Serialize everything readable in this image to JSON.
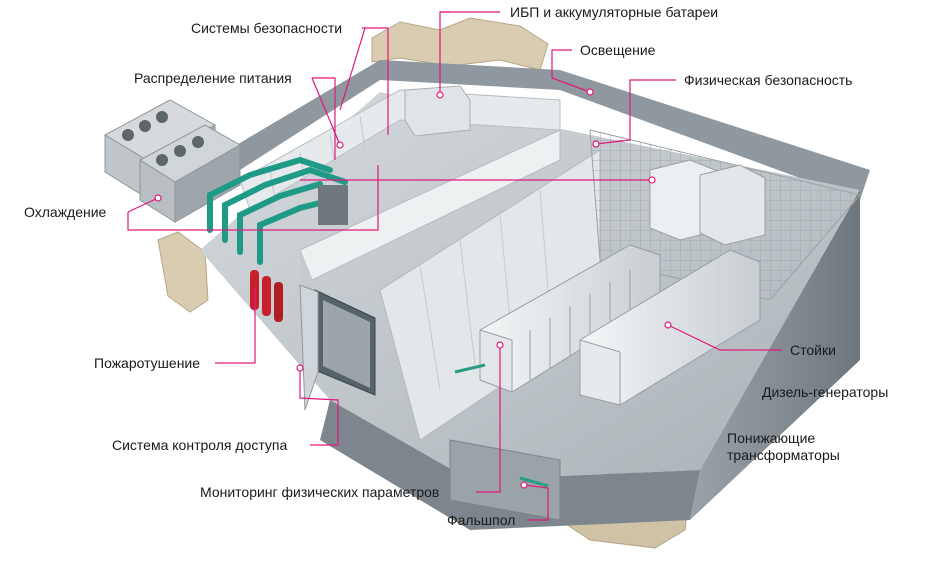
{
  "labels": {
    "security_systems": "Системы безопасности",
    "ups_batteries": "ИБП и аккумуляторные батареи",
    "lighting": "Освещение",
    "power_distribution": "Распределение питания",
    "physical_security": "Физическая безопасность",
    "cooling": "Охлаждение",
    "racks": "Стойки",
    "fire_suppression": "Пожаротушение",
    "diesel_generators": "Дизель-генераторы",
    "transformers_line1": "Понижающие",
    "transformers_line2": "трансформаторы",
    "access_control": "Система контроля доступа",
    "environment_monitoring": "Мониторинг физических параметров",
    "raised_floor": "Фальшпол"
  },
  "colors": {
    "leader": "#e0197a",
    "wall_light": "#e8ecee",
    "wall_mid": "#c9cfd3",
    "wall_dark": "#8d969c",
    "floor": "#b8c0c4",
    "rock": "#d9ccb0",
    "pipe": "#1f9a86",
    "extinguisher": "#c8202a"
  }
}
